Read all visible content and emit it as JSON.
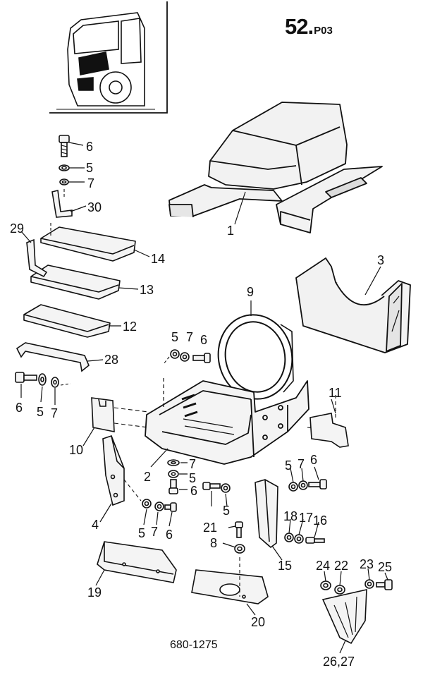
{
  "header": {
    "page_number": "52.",
    "page_suffix": "P03"
  },
  "footer": {
    "drawing_number": "680-1275"
  },
  "callouts": {
    "c1": "1",
    "c2": "2",
    "c3": "3",
    "c4": "4",
    "c5a": "5",
    "c5b": "5",
    "c5c": "5",
    "c5d": "5",
    "c5e": "5",
    "c5f": "5",
    "c5g": "5",
    "c6a": "6",
    "c6b": "6",
    "c6c": "6",
    "c6d": "6",
    "c6e": "6",
    "c6f": "6",
    "c7a": "7",
    "c7b": "7",
    "c7c": "7",
    "c7d": "7",
    "c7e": "7",
    "c7f": "7",
    "c8": "8",
    "c9": "9",
    "c10": "10",
    "c11": "11",
    "c12": "12",
    "c13": "13",
    "c14": "14",
    "c15": "15",
    "c16": "16",
    "c17": "17",
    "c18": "18",
    "c19": "19",
    "c20": "20",
    "c21": "21",
    "c22": "22",
    "c23": "23",
    "c24": "24",
    "c25": "25",
    "c2627": "26,27",
    "c28": "28",
    "c29": "29",
    "c30": "30"
  }
}
